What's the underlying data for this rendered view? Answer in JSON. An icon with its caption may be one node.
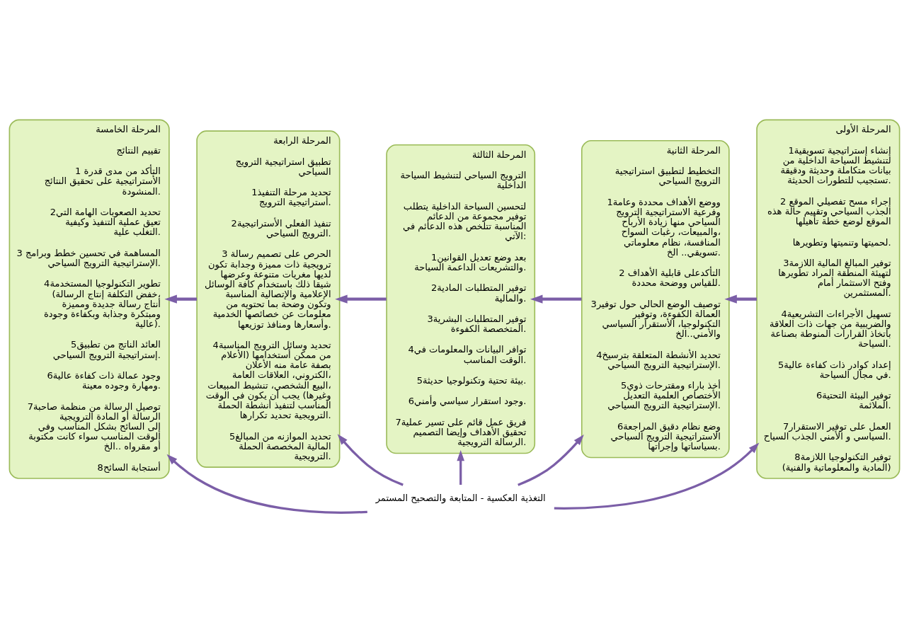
{
  "diagram": {
    "nodes": [
      {
        "text": [
          "المرحلة الأولى",
          "1إنشاء إستراتيجية تسويقية لتنشيط السياحة الداخلية من بيانات متكاملة وحديثة ودقيقة تستجيب للتطورات الحديثة.",
          "2 إجراء مسح تفصيلي الموقع الجذب السياحي وتقييم حالة هذه الموقع لوضع خطة تأهيلها",
          "لحميتها وتنميتها وتطويرها.",
          "3توفير المبالغ المالية اللازمة لتهيئة المنطقة المراد تطويرها وفتح الاستثمار أمام المستثمرين.",
          "4تسهيل الأجراءات التشريعية والضريبية من جهات ذات العلاقة باتخاذ القرارات المنوطة بصناعة السياحة.",
          "5إعداد كوادر ذات كفاءة عالية في مجال السياحة.",
          "6توفير البيئة التحتية الملائمة.",
          "7العمل على توفير الاستقرار السياسي و الأمني الجذب السياح.",
          "8توفير التكنولوجيا اللازمة (المادية والمعلوماتية والفنية)"
        ]
      },
      {
        "text": [
          "المرحلة الثانية",
          "التخطيط لتطبيق استراتيجية الترويج السياحي",
          "1ووضع الأهداف محددة وعامة وفرعية الاستراتيجية الترويج السياحي منها زيادة الأرباح والمبيعات، رغبات السواح، المنافسة، نظام معلوماتي تسويقي.. الخ.",
          "2 التأكدعلى قابلية الأهداف للقياس ووضحة محددة.",
          "3توصيف الوضع الحالي حول توفير العمالة الكفوءة، وتوفير التكنولوجيا، الأستقرار السياسي والأمني..الخ",
          "4تحديد الأنشطة المتعلقة بترسيخ الإستراتيجية الترويج السياحي.",
          "5أخذ باراء ومقترحات ذوي الأختصاص العلمية التعديل الإستراتيجية الترويج السياحي.",
          "6وضع نظام دقيق المراجعة الاستراتيجية الترويج السياحي بسياساتها وإجراتها."
        ]
      },
      {
        "text": [
          "المرحلة الثالثة",
          "الترويج السياحي لتنشيط السياحة الداخلية",
          "لتحسين السياحة الداخلية يتطلب توفير مجموعة من الدعائم المناسبة تتلخص هذه الدعائم في الآتي:",
          "1بعد وضع تعديل القوانين والتشريعات الداعمة السياحة.",
          "2توفير المتطلبات المادية والمالية.",
          "3توفير المتطلبات البشرية المتخصصة الكفوءة.",
          "4توافر البيانات والمعلومات في الوقت المناسب.",
          "5بيئة تحتية وتكنولوجيا حديثة.",
          "6وجود استقرار سياسي وأمني.",
          "7فريق عمل قائم على تسير عملية تحقيق الأهداف وإيضا التصميم الرسالة الترويجية."
        ]
      },
      {
        "text": [
          "المرحلة الرابعة",
          "تطبيق استراتيجية الترويج السياحي",
          "1تحديد مرحلة التنفيذ أستراتيجية الترويج.",
          "2تنفيذ الفعلي الأستراتيجية الترويج السياحي.",
          "3 الحرص على تصميم رسالة ترويجية ذات مميزة وجدابة تكون لديها مغريات متنوعة وعرضها شيقا ذلك باستخدام كافة الوسائل الإعلامية والإتصالية المناسبة وتكون وضحة بما تحتويه من معلومات عن خصائصها الخدمية وأسعارها ومنافذ توزيعها.",
          "4تحديد وسائل الترويج المناسبة من ممكن أستخدامها (الأعلام بصفة عامة منه الأعلان الكتروني، العلاقات العامة، البيع الشخصي، تنشيط المبيعات، وغيرها) يجب أن يكون في الوقت المناسب لتنفيذ أنشطة الحملة الترويجية تحديد تكرارها.",
          "5تحديد الموازنه من المبالغ المالية المخصصة الحملة الترويجية."
        ]
      },
      {
        "text": [
          "المرحلة الخامسة",
          "تقييم النتائج",
          "1 التأكد من مدى قدرة الأستراتيجية على تحقيق النتائج المنشودة.",
          "2تحديد الصعوبات الهامة التي تعيق عملية التنفيذ وكيفية التغلب علية.",
          "3 المساهمة في تحسين خطط وبرامج الإستراتيجية الترويج السياحي.",
          "4تطوير التكنولوجيا المستخدمة (خفض التكلفة إنتاج الرسالة، أنتاج رسالة جديدة ومميزة ومبتكرة وجذابة وبكفاءة وجودة عالية).",
          "5العائد الناتج من تطبيق إستراتيجية الترويج السياحي.",
          "6وجود عمالة ذات كفاءة عالية ومهارة وجوده معينة.",
          "7توصيل الرسالة من منظمة صاحبة الرسالة أو المادة الترويجية إلى السائح بشكل المناسب وفي الوقت المناسب سواء كانت مكتوبة أو مقرواه ..الخ",
          "8أستجابة السائح"
        ]
      },
      {
        "text": [
          "التغذية العكسية - المتابعة والتصحيح المستمر"
        ]
      }
    ],
    "edges": [
      {
        "from": 0,
        "to": 1,
        "arrow": "to"
      },
      {
        "from": 1,
        "to": 2,
        "arrow": "to"
      },
      {
        "from": 2,
        "to": 3,
        "arrow": "to"
      },
      {
        "from": 3,
        "to": 4,
        "arrow": "to"
      },
      {
        "from": 5,
        "to": 0,
        "arrow": "to"
      },
      {
        "from": 5,
        "to": 1,
        "arrow": "to"
      },
      {
        "from": 5,
        "to": 2,
        "arrow": "to"
      },
      {
        "from": 5,
        "to": 3,
        "arrow": "to"
      },
      {
        "from": 5,
        "to": 4,
        "arrow": "to"
      }
    ]
  }
}
